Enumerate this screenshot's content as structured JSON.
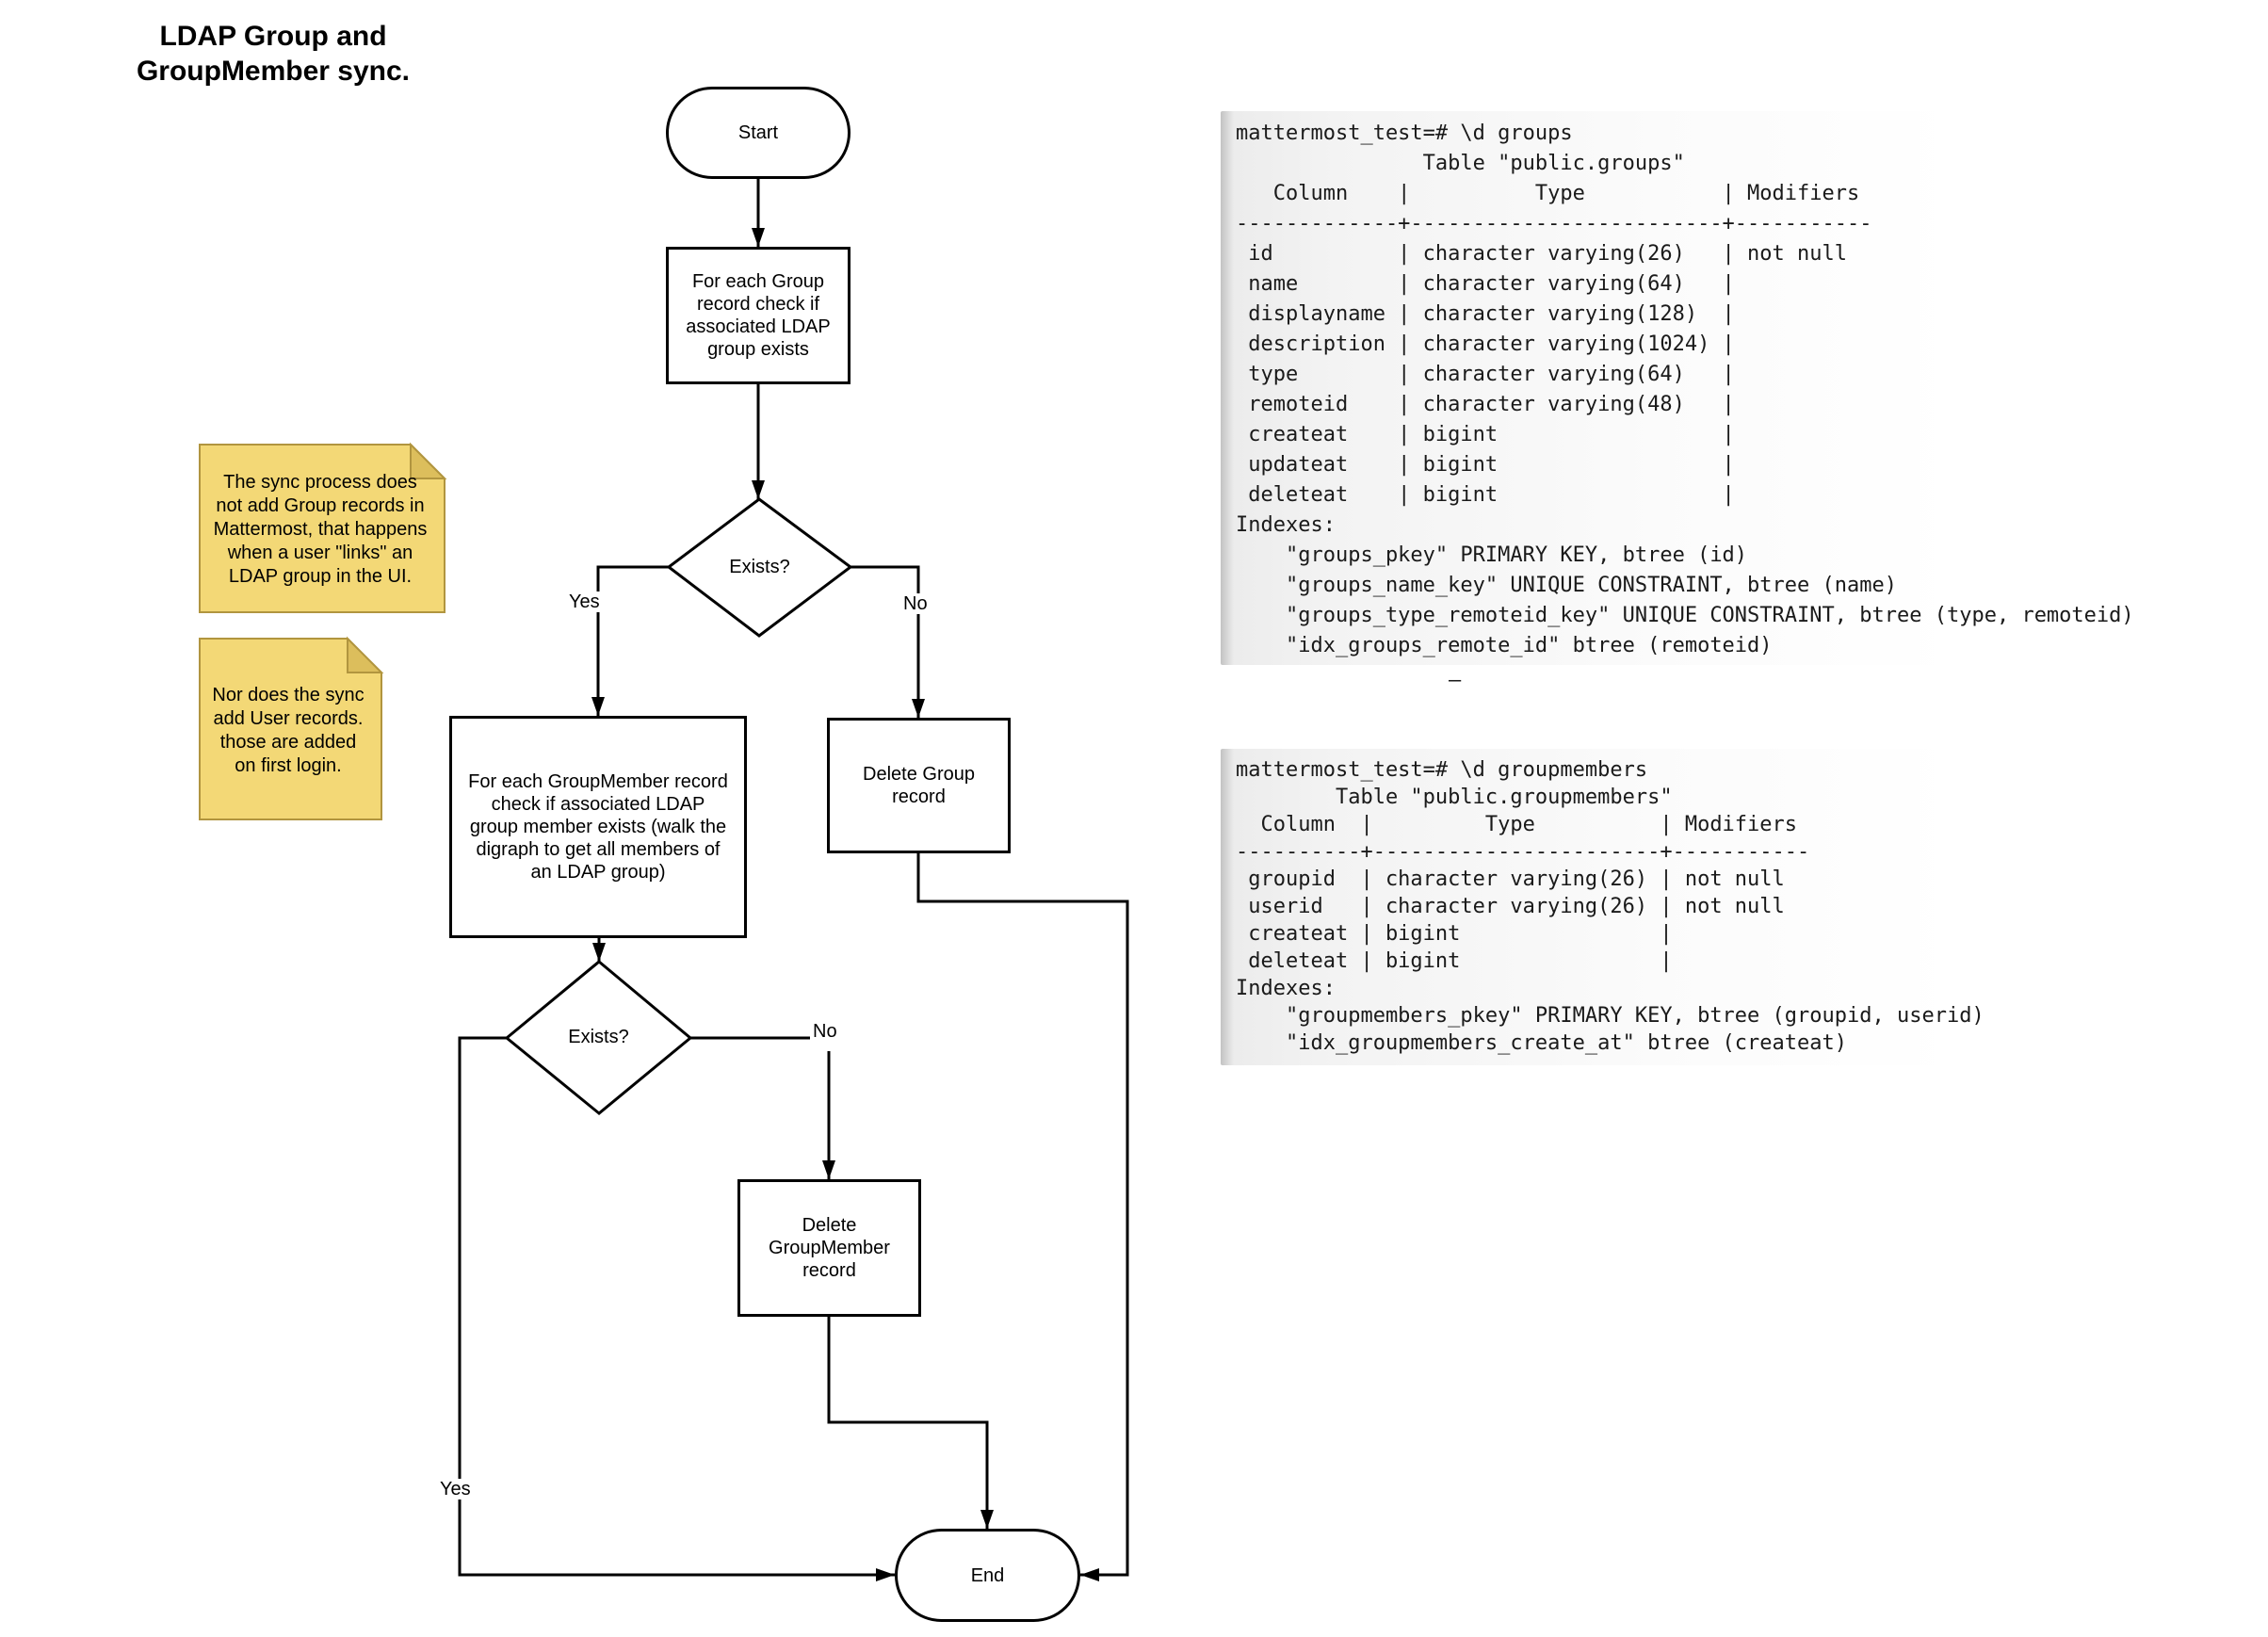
{
  "title": {
    "line1": "LDAP Group and",
    "line2": "GroupMember sync."
  },
  "flowchart": {
    "start_label": "Start",
    "step_check_group": "For each Group\nrecord check if\nassociated LDAP\ngroup exists",
    "decision_group_exists": "Exists?",
    "label_yes_1": "Yes",
    "label_no_1": "No",
    "step_check_groupmember": "For each GroupMember record\ncheck if associated LDAP\ngroup member exists (walk the\ndigraph to get all members of\nan LDAP group)",
    "step_delete_group": "Delete Group\nrecord",
    "decision_groupmember_exists": "Exists?",
    "label_yes_2": "Yes",
    "label_no_2": "No",
    "step_delete_groupmember": "Delete\nGroupMember\nrecord",
    "end_label": "End"
  },
  "notes": {
    "note1": "The sync process does\nnot add Group records in\nMattermost, that happens\nwhen a user \"links\" an\nLDAP group in the UI.",
    "note2": "Nor does the sync\nadd User records.\nthose are added\non first login."
  },
  "console1": {
    "text": "mattermost_test=# \\d groups\n               Table \"public.groups\"\n   Column    |          Type           | Modifiers\n-------------+-------------------------+-----------\n id          | character varying(26)   | not null\n name        | character varying(64)   |\n displayname | character varying(128)  |\n description | character varying(1024) |\n type        | character varying(64)   |\n remoteid    | character varying(48)   |\n createat    | bigint                  |\n updateat    | bigint                  |\n deleteat    | bigint                  |\nIndexes:\n    \"groups_pkey\" PRIMARY KEY, btree (id)\n    \"groups_name_key\" UNIQUE CONSTRAINT, btree (name)\n    \"groups_type_remoteid_key\" UNIQUE CONSTRAINT, btree (type, remoteid)\n    \"idx_groups_remote_id\" btree (remoteid)"
  },
  "console2": {
    "text": "mattermost_test=# \\d groupmembers\n        Table \"public.groupmembers\"\n  Column  |         Type          | Modifiers\n----------+-----------------------+-----------\n groupid  | character varying(26) | not null\n userid   | character varying(26) | not null\n createat | bigint                |\n deleteat | bigint                |\nIndexes:\n    \"groupmembers_pkey\" PRIMARY KEY, btree (groupid, userid)\n    \"idx_groupmembers_create_at\" btree (createat)"
  },
  "dash": "–",
  "colors": {
    "line": "#000000",
    "note_fill": "#f3d876",
    "note_fold": "#dcbe5c",
    "note_border": "#b1953f"
  }
}
